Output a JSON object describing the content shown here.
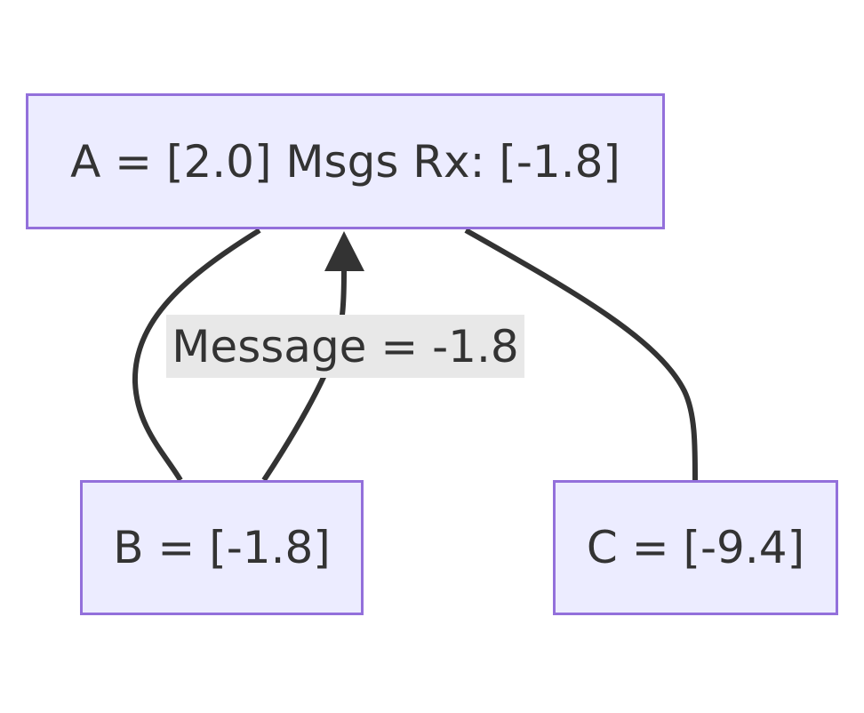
{
  "diagram": {
    "nodes": {
      "a": {
        "label": "A = [2.0] Msgs Rx: [-1.8]"
      },
      "b": {
        "label": "B = [-1.8]"
      },
      "c": {
        "label": "C = [-9.4]"
      }
    },
    "edges": [
      {
        "from": "a",
        "to": "b",
        "label": "",
        "arrow": false
      },
      {
        "from": "b",
        "to": "a",
        "label": "Message = -1.8",
        "arrow": true
      },
      {
        "from": "a",
        "to": "c",
        "label": "",
        "arrow": false
      }
    ],
    "colors": {
      "node_fill": "#ececff",
      "node_border": "#9370db",
      "edge": "#333333",
      "edge_label_bg": "#e8e8e8",
      "text": "#333333"
    }
  }
}
